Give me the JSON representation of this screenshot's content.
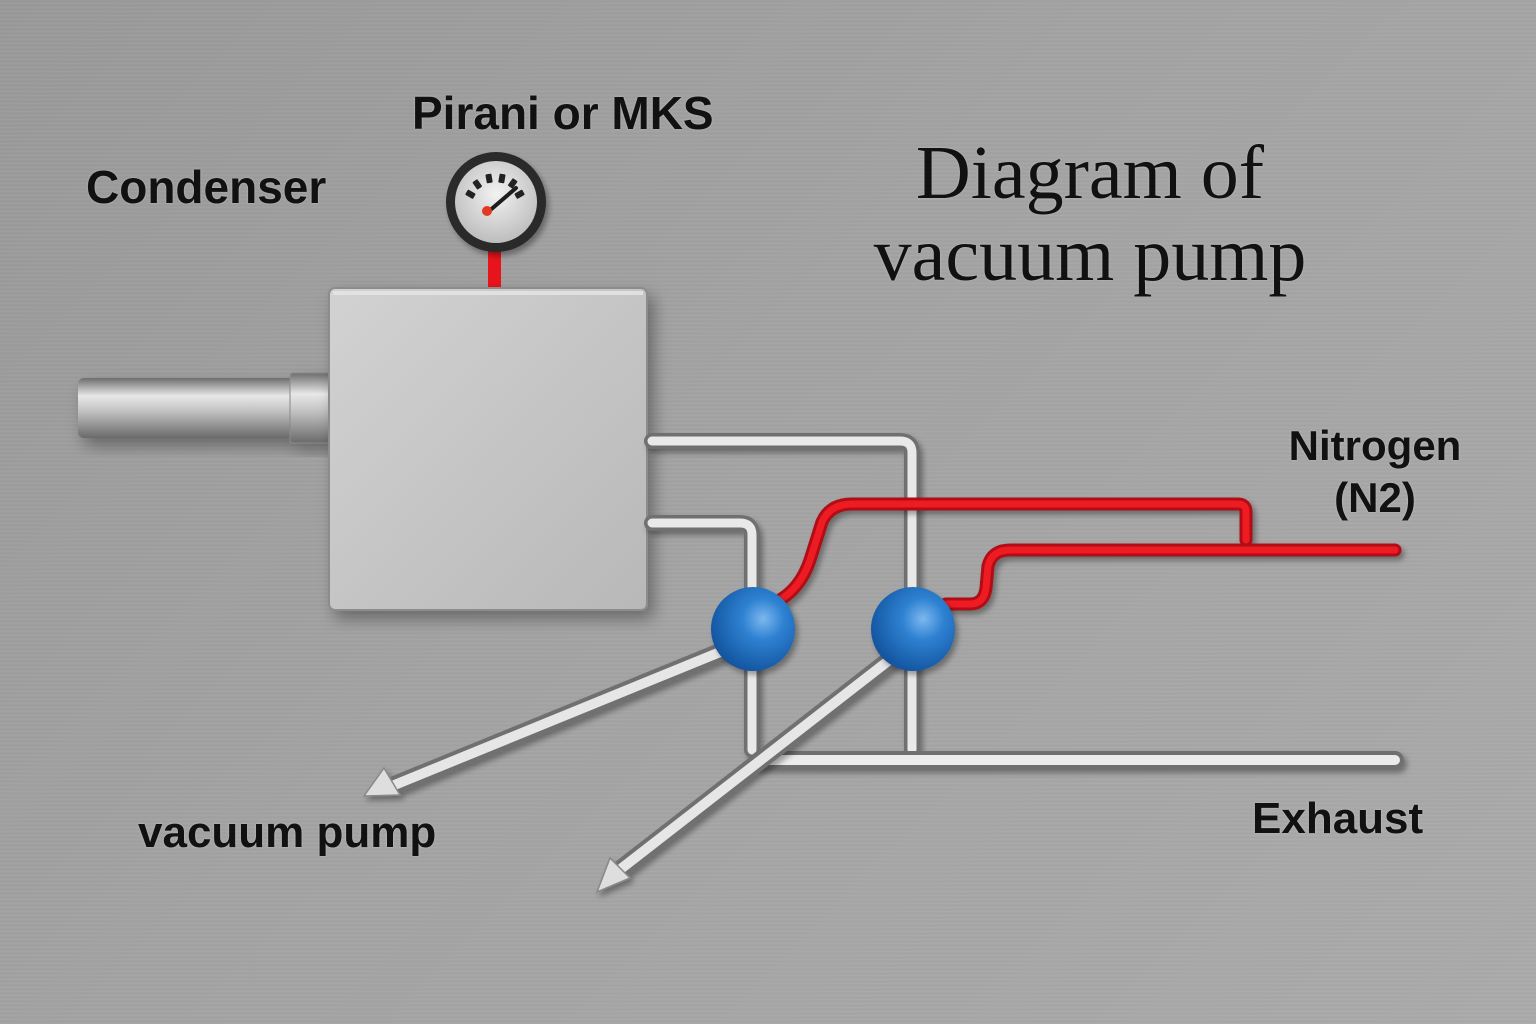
{
  "title": {
    "line1": "Diagram of",
    "line2": "vacuum pump"
  },
  "labels": {
    "condenser": "Condenser",
    "gauge": "Pirani or MKS",
    "nitrogen_line1": "Nitrogen",
    "nitrogen_line2": "(N2)",
    "vacuum_pump": "vacuum pump",
    "exhaust": "Exhaust"
  },
  "components": {
    "condenser_box": "condenser",
    "gauge": "pressure-gauge",
    "valves": [
      "valve-1",
      "valve-2"
    ],
    "lines": [
      "condenser-inlet-pipe",
      "steel-pipe-upper",
      "steel-pipe-lower",
      "nitrogen-line-upper",
      "nitrogen-line-lower",
      "exhaust-pipe",
      "vacuum-pump-pipe-1",
      "vacuum-pump-pipe-2"
    ]
  },
  "colors": {
    "background": "#a0a0a0",
    "steel": "#cfcfcf",
    "nitrogen_line": "#e8141c",
    "valve": "#1b6fc4",
    "gauge_needle": "#e03a20",
    "text": "#111111"
  }
}
